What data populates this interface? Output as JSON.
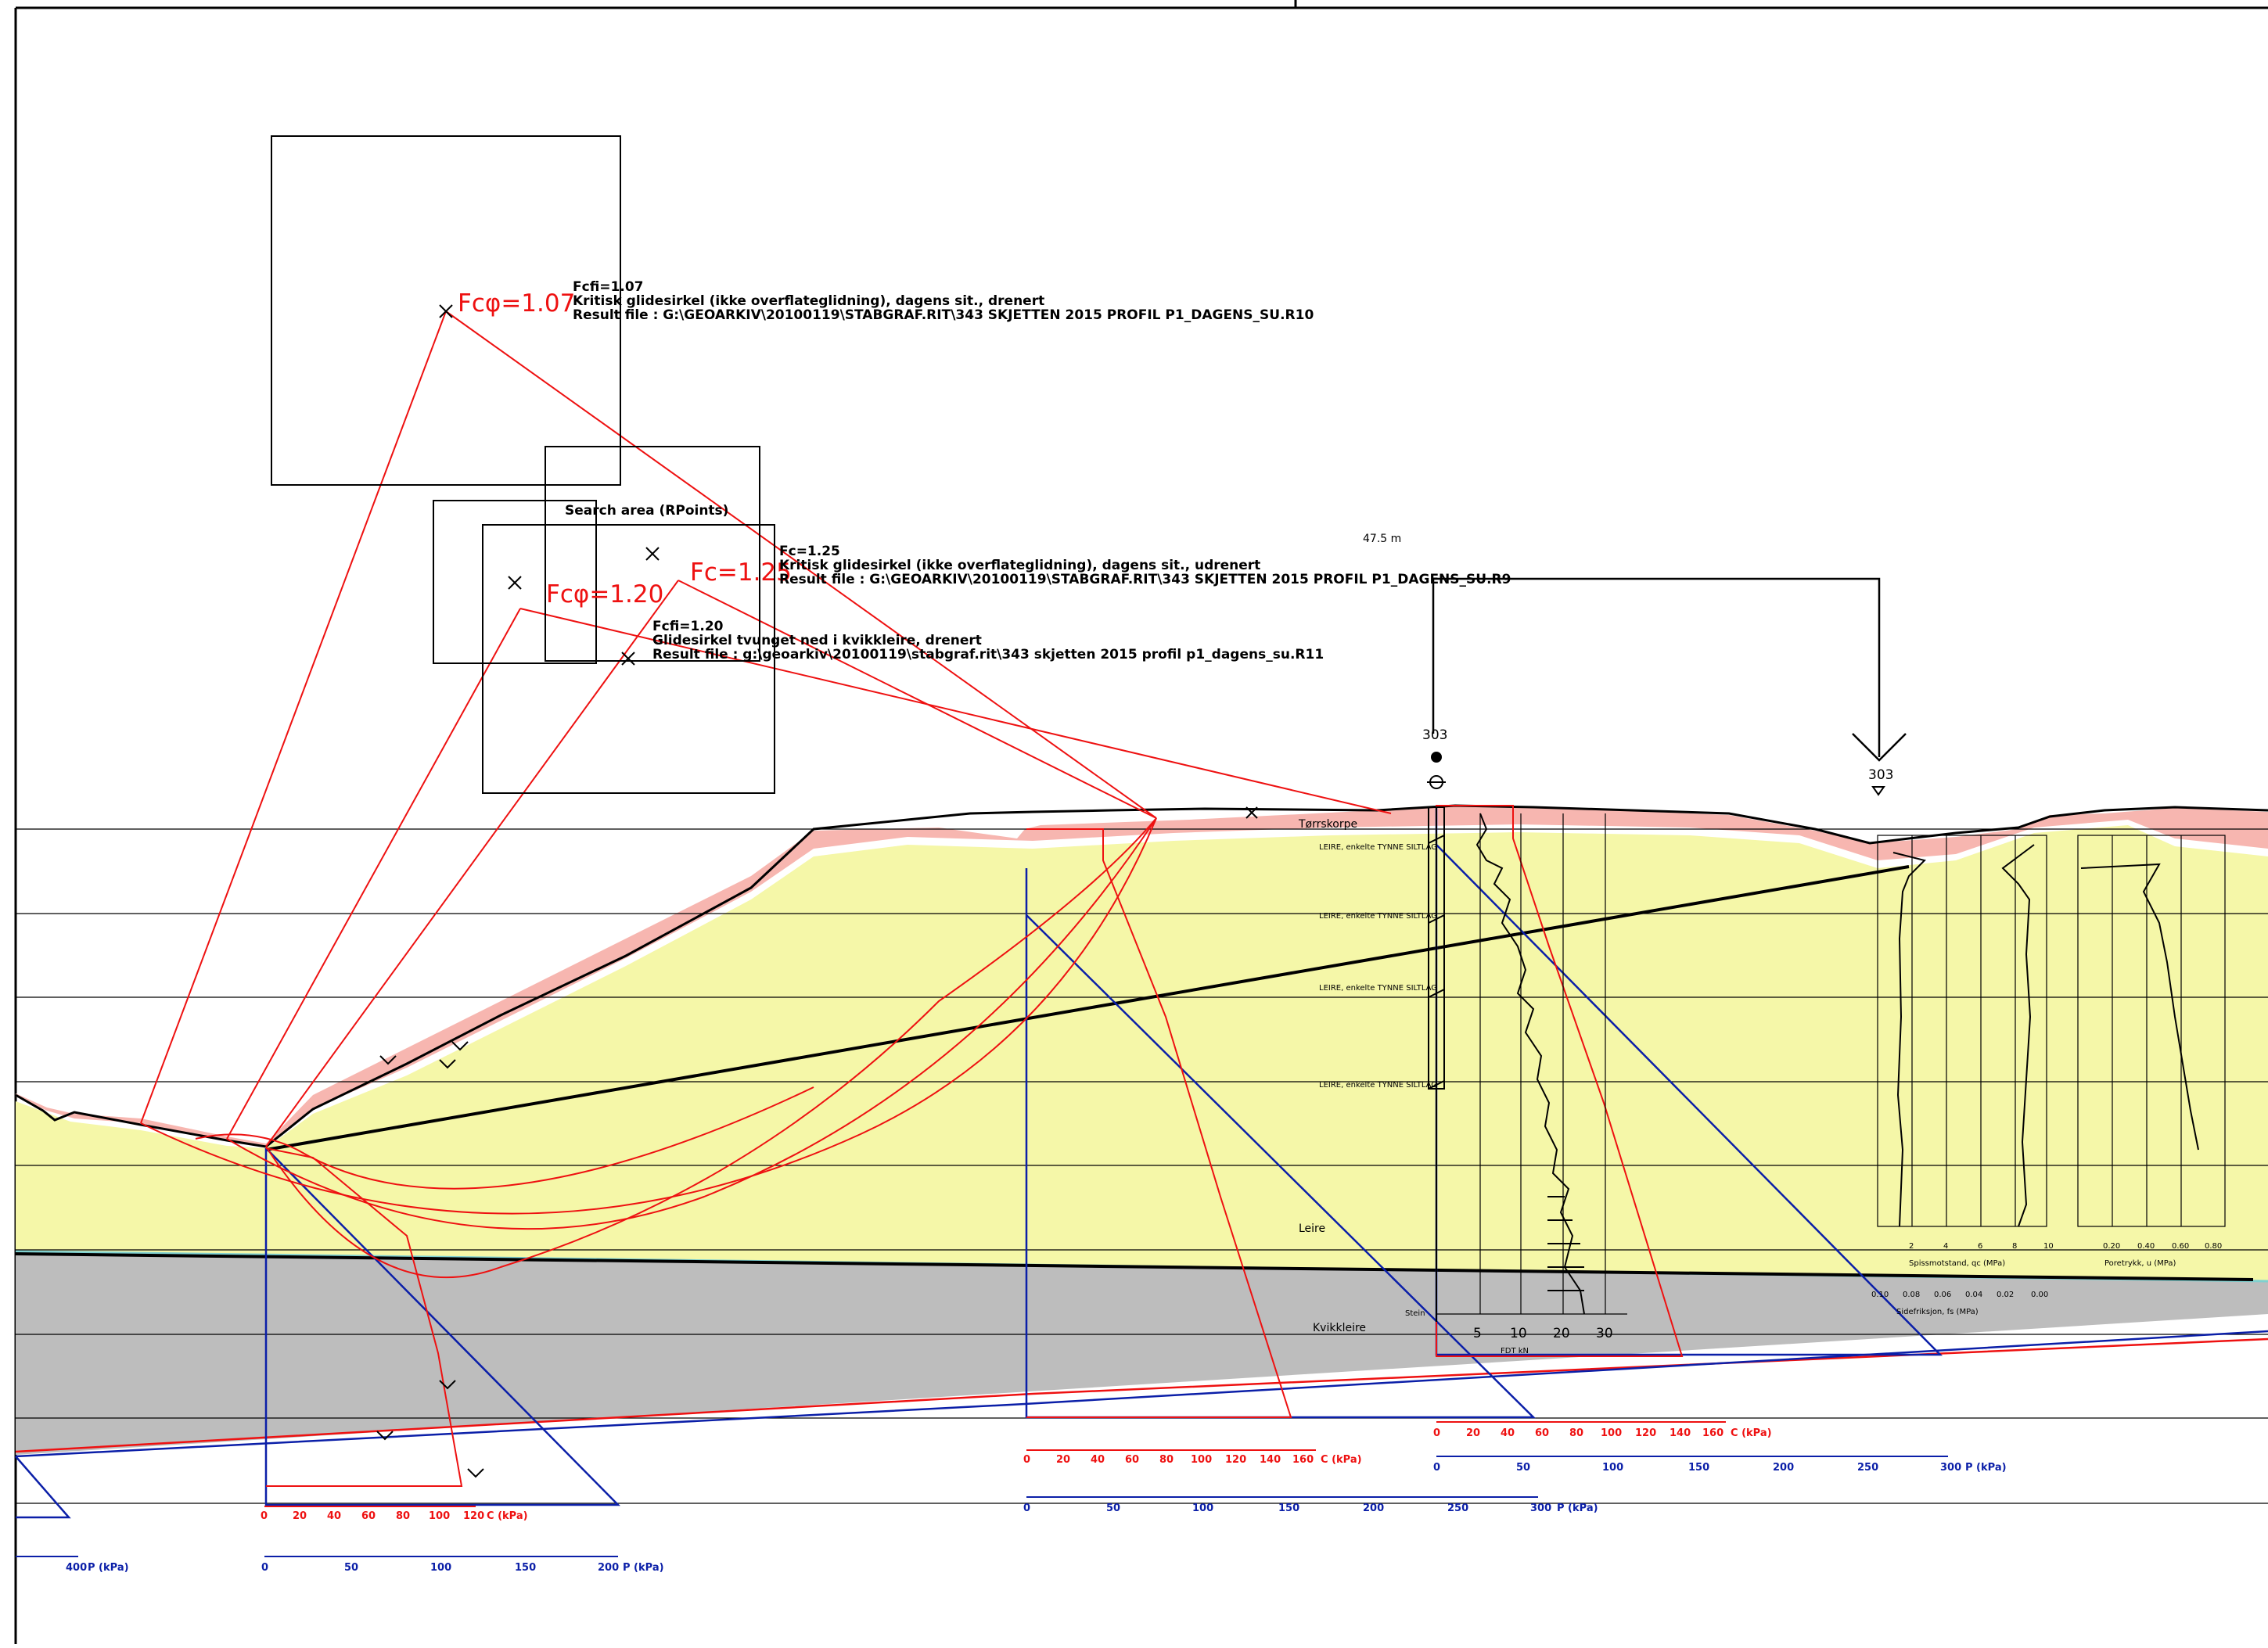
{
  "annotations": {
    "fc107": "Fcφ=1.07",
    "fc120": "Fcφ=1.20",
    "fc125": "Fc=1.25",
    "search_area": "Search area (RPoints)",
    "dim_label": "47.5 m",
    "borehole_top": "303",
    "borehole_right": "303",
    "block1": [
      "Fcfi=1.07",
      "Kritisk glidesirkel (ikke overflateglidning), dagens sit., drenert",
      "Result file : G:\\GEOARKIV\\20100119\\STABGRAF.RIT\\343  SKJETTEN 2015 PROFIL P1_DAGENS_SU.R10"
    ],
    "block2": [
      "Fc=1.25",
      "Kritisk glidesirkel (ikke overflateglidning), dagens sit., udrenert",
      "Result file : G:\\GEOARKIV\\20100119\\STABGRAF.RIT\\343  SKJETTEN 2015 PROFIL P1_DAGENS_SU.R9"
    ],
    "block3": [
      "Fcfi=1.20",
      "Glidesirkel tvunget ned i kvikkleire, drenert",
      "Result file : g:\\geoarkiv\\20100119\\stabgraf.rit\\343  skjetten 2015 profil p1_dagens_su.R11"
    ]
  },
  "soil_layers": {
    "torrskorpe": "Tørrskorpe",
    "leire": "Leire",
    "kvikkleire": "Kvikkleire",
    "stein": "Stein",
    "silt_notes": [
      "LEIRE, enkelte TYNNE SILTLAG",
      "LEIRE, enkelte TYNNE SILTLAG",
      "LEIRE, enkelte TYNNE SILTLAG",
      "LEIRE, enkelte TYNNE SILTLAG"
    ]
  },
  "cpt": {
    "qc_label": "Spissmotstand, qc (MPa)",
    "qc_ticks": [
      "2",
      "4",
      "6",
      "8",
      "10"
    ],
    "fs_label": "Sidefriksjon, fs (MPa)",
    "fs_ticks": [
      "0.10",
      "0.08",
      "0.06",
      "0.04",
      "0.02",
      "0.00"
    ],
    "u_label": "Poretrykk, u (MPa)",
    "u_ticks": [
      "0.20",
      "0.40",
      "0.60",
      "0.80"
    ]
  },
  "total_sounding": {
    "ticks": [
      "5",
      "10",
      "20",
      "30"
    ],
    "label": "FDT  kN"
  },
  "axes": {
    "c1": {
      "ticks": [
        "0",
        "20",
        "40",
        "60",
        "80",
        "100",
        "120"
      ],
      "unit": "C (kPa)"
    },
    "p1": {
      "ticks": [
        "0",
        "50",
        "100",
        "150",
        "200"
      ],
      "unit": "P (kPa)"
    },
    "p_left": {
      "ticks": [
        "400"
      ],
      "unit": "P (kPa)"
    },
    "c2": {
      "ticks": [
        "0",
        "20",
        "40",
        "60",
        "80",
        "100",
        "120",
        "140",
        "160"
      ],
      "unit": "C (kPa)"
    },
    "p2": {
      "ticks": [
        "0",
        "50",
        "100",
        "150",
        "200",
        "250",
        "300"
      ],
      "unit": "P (kPa)"
    },
    "c3": {
      "ticks": [
        "0",
        "20",
        "40",
        "60",
        "80",
        "100",
        "120",
        "140",
        "160"
      ],
      "unit": "C (kPa)"
    },
    "p3": {
      "ticks": [
        "0",
        "50",
        "100",
        "150",
        "200",
        "250",
        "300"
      ],
      "unit": "P (kPa)"
    }
  },
  "colors": {
    "torrskorpe": "#f7b6b0",
    "leire": "#f5f7a8",
    "kvikkleire": "#bdbdbd",
    "slip_circle": "#e11",
    "pressure": "#0b1fa8"
  }
}
